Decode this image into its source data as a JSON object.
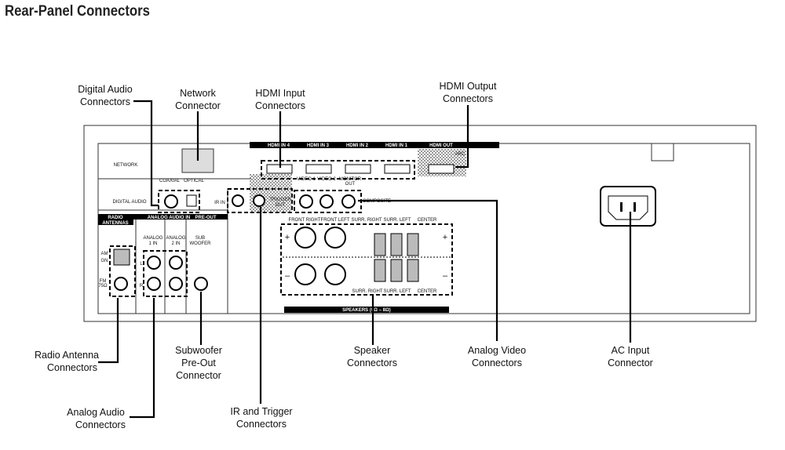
{
  "title": "Rear-Panel Connectors",
  "callouts": {
    "digital_audio": [
      "Digital Audio",
      "Connectors"
    ],
    "network": [
      "Network",
      "Connector"
    ],
    "hdmi_input": [
      "HDMI Input",
      "Connectors"
    ],
    "hdmi_output": [
      "HDMI Output",
      "Connectors"
    ],
    "radio_antenna": [
      "Radio Antenna",
      "Connectors"
    ],
    "analog_audio": [
      "Analog Audio",
      "Connectors"
    ],
    "subwoofer": [
      "Subwoofer",
      "Pre-Out",
      "Connector"
    ],
    "ir_trigger": [
      "IR and Trigger",
      "Connectors"
    ],
    "speaker": [
      "Speaker",
      "Connectors"
    ],
    "analog_video": [
      "Analog Video",
      "Connectors"
    ],
    "ac_input": [
      "AC Input",
      "Connector"
    ]
  },
  "panel": {
    "network": "NETWORK",
    "digital_audio": "DIGITAL AUDIO",
    "coaxial": "COAXIAL",
    "optical": "OPTICAL",
    "radio_antennas": [
      "RADIO",
      "ANTENNAS"
    ],
    "analog_audio_in": "ANALOG AUDIO IN",
    "pre_out": "PRE-OUT",
    "analog1": [
      "ANALOG",
      "1 IN"
    ],
    "analog2": [
      "ANALOG",
      "2 IN"
    ],
    "sub": [
      "SUB",
      "WOOFER"
    ],
    "am": "AM",
    "gn": "GN",
    "fm": [
      "FM",
      "75Ω"
    ],
    "l": "L",
    "r": "R",
    "ir_in": "IR IN",
    "trigger": [
      "TRIGGER",
      "OUT"
    ],
    "hdmi": [
      "HDMI IN 4",
      "HDMI IN 3",
      "HDMI IN 2",
      "HDMI IN 1",
      "HDMI OUT"
    ],
    "arc": "ARC",
    "video": [
      "VIDEO 1",
      "VIDEO 2"
    ],
    "monitor": [
      "MONITOR",
      "OUT"
    ],
    "composite": "COMPOSITE",
    "spk_top": [
      "FRONT RIGHT",
      "FRONT LEFT",
      "SURR. RIGHT",
      "SURR. LEFT",
      "CENTER"
    ],
    "spk_bottom": [
      "SURR. RIGHT",
      "SURR. LEFT",
      "CENTER"
    ],
    "speakers": "SPEAKERS (6Ω – 8Ω)",
    "plus": "+",
    "minus": "–"
  }
}
